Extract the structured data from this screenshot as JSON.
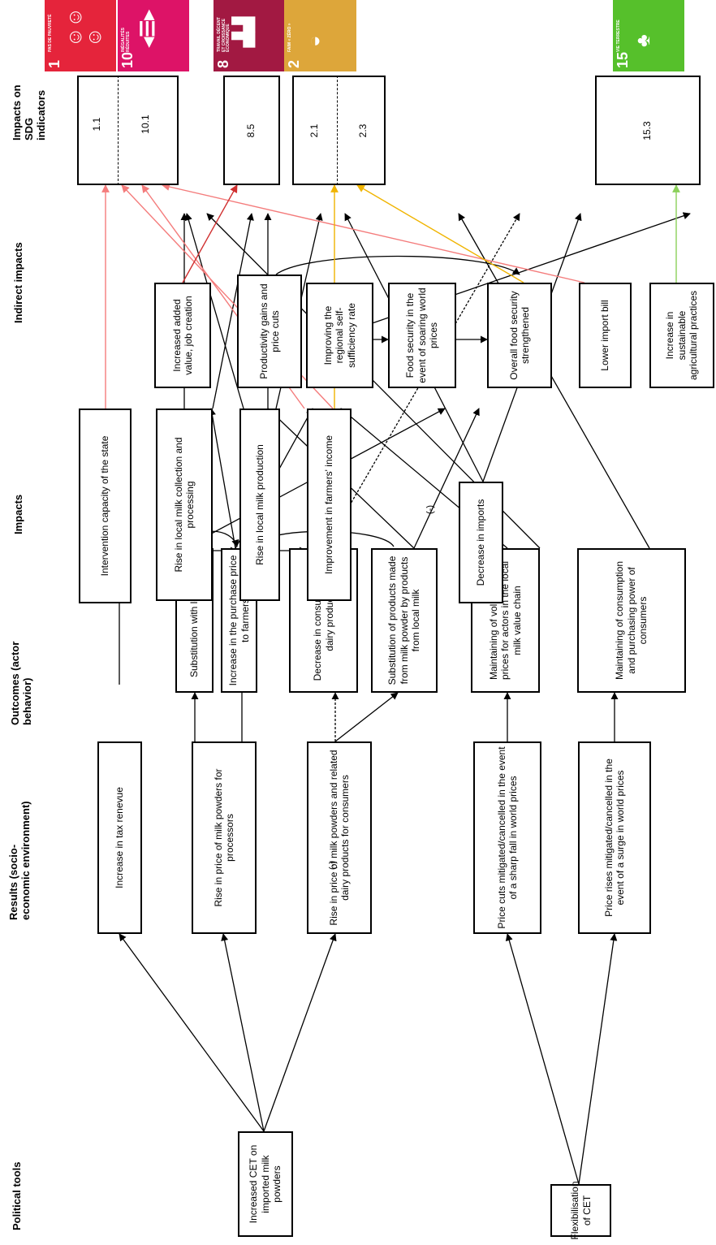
{
  "headers": {
    "political_tools": "Political tools",
    "results": "Results (socio-economic environment)",
    "outcomes": "Outcomes (actor behavior)",
    "impacts": "Impacts",
    "indirect_impacts": "Indirect impacts",
    "sdg_impacts": "Impacts on SDG indicators"
  },
  "political_tools": {
    "cet": "Increased CET on imported milk powders",
    "flex": "Flexibilisation of CET"
  },
  "results": {
    "tax": "Increase in tax renevue",
    "proc": "Rise in price of milk powders for processors",
    "cons": "Rise in price of milk powders and related dairy products for consumers",
    "cuts": "Price cuts mitigated/cancelled in the event of a sharp fall in world prices",
    "rises": "Price rises mitigated/cancelled in the event of a surge in world prices"
  },
  "outcomes": {
    "subst": "Substitution with local milk",
    "purch": "Increase in the purchase price to farmers",
    "decr": "Decrease in consumption of dairy products",
    "prod": "Substitution of products made from milk powder by products from local milk",
    "maint": "Maintaining of volumes and prices for actors in the local milk value chain",
    "power": "Maintaining of consumption and purchasing power of consumers"
  },
  "impacts": {
    "state": "Intervention capacity of the state",
    "collect": "Rise in local milk collection and processing",
    "prodn": "Rise in local milk production",
    "income": "Improvement in farmers' income",
    "imports": "Decrease in imports"
  },
  "indirect": {
    "added": "Increased added value, job creation",
    "gains": "Productivity gains and price cuts",
    "self": "Improving the regional self-sufficiency rate",
    "foodsec": "Food security in the event of soaring world prices",
    "overall": "Overall food security strengthened",
    "bill": "Lower import bill",
    "sust": "Increase in sustainable agricultural practices"
  },
  "sdg_indicators": {
    "i1_1": "1.1",
    "i10_1": "10.1",
    "i8_5": "8.5",
    "i2_1": "2.1",
    "i2_3": "2.3",
    "i15_3": "15.3"
  },
  "sdg_icons": [
    {
      "number": "1",
      "text": "PAS DE PAUVRETÉ",
      "color": "#e5243b",
      "icon": "family-icon"
    },
    {
      "number": "10",
      "text": "INÉGALITÉS RÉDUITES",
      "color": "#dd1367",
      "icon": "equality-icon"
    },
    {
      "number": "8",
      "text": "TRAVAIL DÉCENT ET CROISSANCE ÉCONOMIQUE",
      "color": "#a21942",
      "icon": "growth-chart-icon"
    },
    {
      "number": "2",
      "text": "FAIM « ZÉRO »",
      "color": "#dda63a",
      "icon": "bowl-icon"
    },
    {
      "number": "15",
      "text": "VIE TERRESTRE",
      "color": "#56c02b",
      "icon": "tree-icon"
    }
  ],
  "edge_labels": {
    "neg1": "(-)",
    "neg2": "(-)"
  },
  "colors": {
    "sdg1_10_links": "#f47c7c",
    "sdg8_links": "#d03030",
    "sdg2_links": "#f0b400",
    "sdg15_links": "#8bd05a"
  }
}
